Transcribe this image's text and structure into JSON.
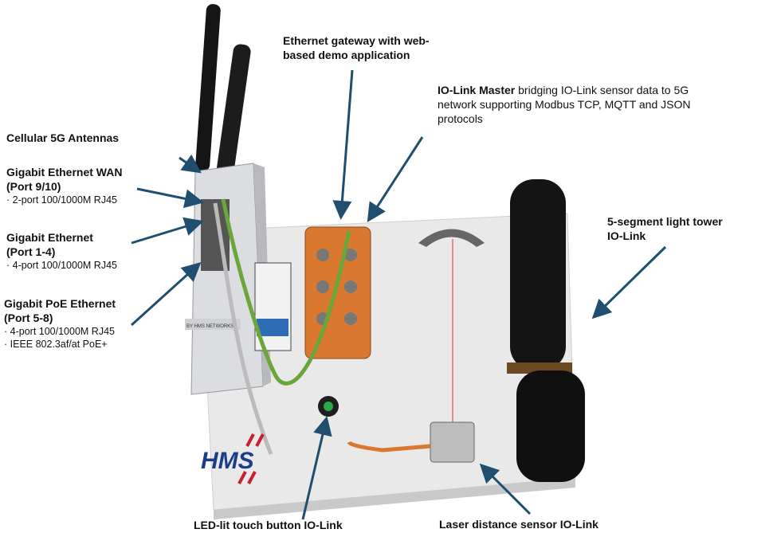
{
  "labels": {
    "antennas": "Cellular 5G Antennas",
    "wan": {
      "title": "Gigabit Ethernet WAN",
      "port": "(Port 9/10)",
      "bullets": [
        "2-port 100/1000M RJ45"
      ]
    },
    "lan": {
      "title": "Gigabit Ethernet",
      "port": "(Port 1-4)",
      "bullets": [
        "4-port 100/1000M RJ45"
      ]
    },
    "poe": {
      "title": "Gigabit PoE Ethernet",
      "port": "(Port 5-8)",
      "bullets": [
        "4-port 100/1000M RJ45",
        "IEEE 802.3af/at PoE+"
      ]
    },
    "gateway": {
      "line1": "Ethernet gateway with web-",
      "line2": "based demo application"
    },
    "iolink_master": {
      "bold": "IO-Link Master",
      "rest1": " bridging IO-Link sensor data to 5G",
      "line2": "network supporting Modbus TCP, MQTT and JSON",
      "line3": "protocols"
    },
    "light_tower": {
      "line1": "5-segment light tower",
      "line2": "IO-Link"
    },
    "led_button": "LED-lit touch button IO-Link",
    "laser": "Laser distance sensor IO-Link"
  },
  "logo_text": "HMS",
  "router_brand": "BY HMS NETWORKS",
  "colors": {
    "arrow": "#1f4e6e",
    "orange": "#d9782e",
    "hms_blue": "#1a3f8a",
    "hms_red": "#c8202c"
  }
}
